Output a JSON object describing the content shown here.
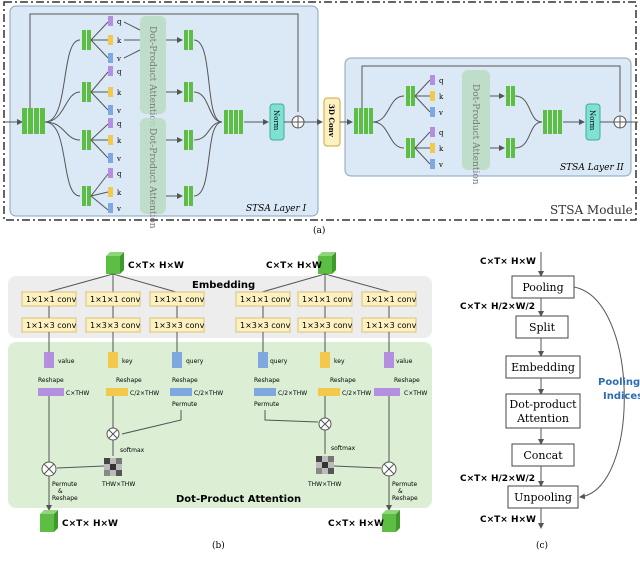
{
  "panel_a": {
    "caption": "(a)",
    "module_label": "STSA Module",
    "layer1_label": "STSA Layer I",
    "layer2_label": "STSA Layer II",
    "conv3d_label": "3D Conv",
    "norm_label": "Norm",
    "attention_label": "Dot-Product Attention",
    "qkv": [
      "q",
      "k",
      "v"
    ]
  },
  "panel_b": {
    "caption": "(b)",
    "input_dims_left": "C×T× H×W",
    "input_dims_right": "C×T× H×W",
    "output_dims_left": "C×T× H×W",
    "output_dims_right": "C×T× H×W",
    "embedding_label": "Embedding",
    "attention_label": "Dot-Product Attention",
    "conv_row1": "1×1×1 conv",
    "conv_row2_sides": "1×1×3 conv",
    "conv_row2_mid": "1×3×3 conv",
    "value_label": "value",
    "key_label": "key",
    "query_label": "query",
    "reshape_label": "Reshape",
    "permute_label": "Permute",
    "dim_cthw": "C×THW",
    "dim_c2thw": "C/2×THW",
    "softmax_label": "softmax",
    "thw_label": "THW×THW",
    "permute_reshape_1": "Permute",
    "permute_reshape_2": "&",
    "permute_reshape_3": "Reshape"
  },
  "panel_c": {
    "caption": "(c)",
    "dims_top": "C×T× H×W",
    "dims_mid": "C×T× H/2×W/2",
    "dims_low": "C×T× H/2×W/2",
    "dims_bottom": "C×T× H×W",
    "boxes": [
      "Pooling",
      "Split",
      "Embedding",
      "Dot-product",
      "Attention",
      "Concat",
      "Unpooling"
    ],
    "pooling_indices": [
      "Pooling",
      "Indices"
    ]
  },
  "colors": {
    "green_block": "#5cbf44",
    "light_blue_bg": "#dbe9f6",
    "light_green_bg": "#dcefd4",
    "grey_bg": "#ededed",
    "conv_yellow": "#fdf1c2",
    "norm_teal": "#7fe0d4",
    "pooling_blue": "#2e6db3"
  }
}
